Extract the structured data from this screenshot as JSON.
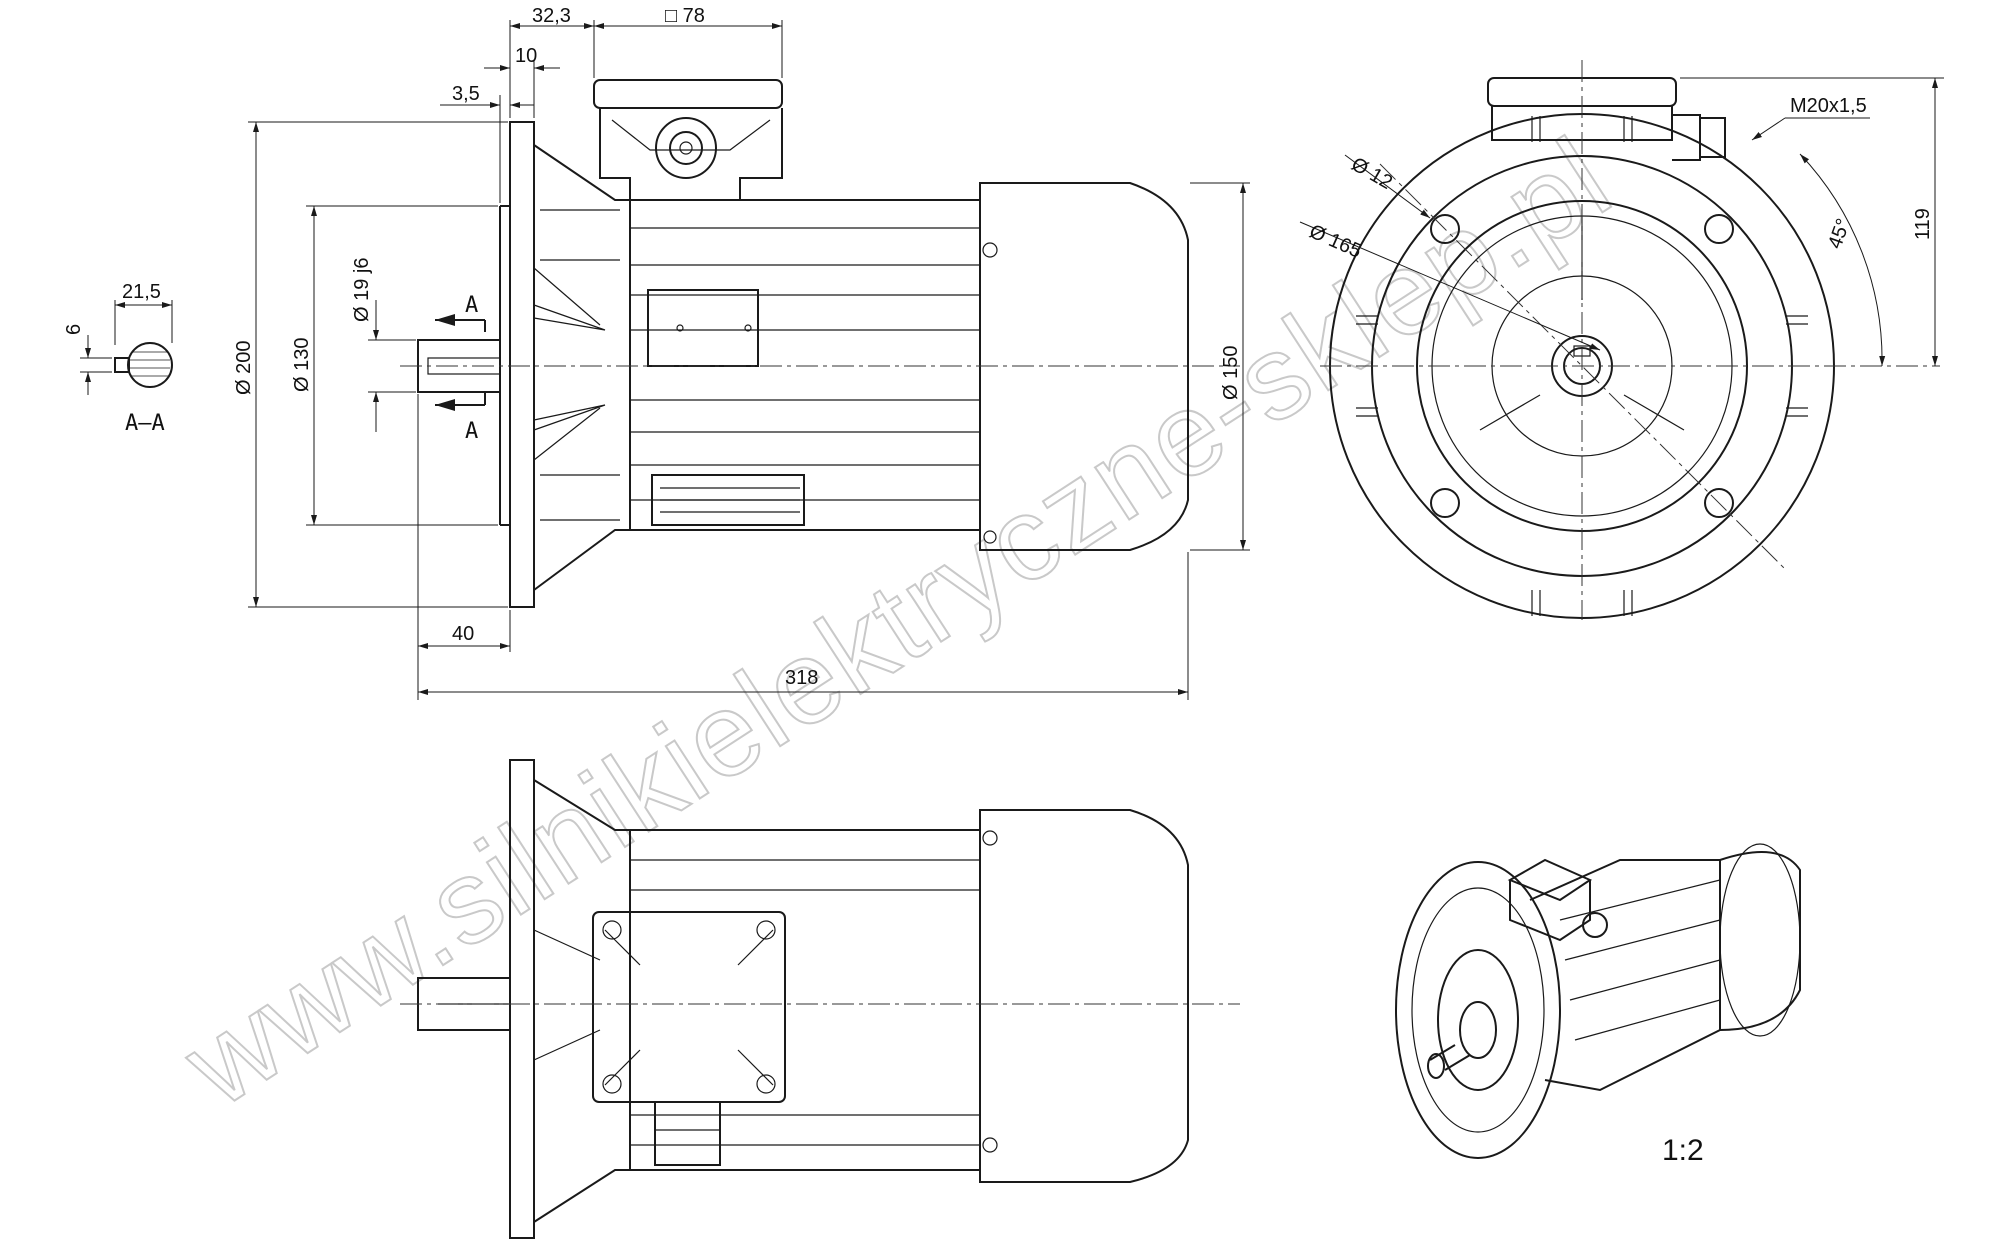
{
  "dimensions": {
    "d_32_3": "32,3",
    "d_square_78": "□ 78",
    "d_10": "10",
    "d_3_5": "3,5",
    "d_dia_200": "Ø 200",
    "d_dia_130": "Ø 130",
    "d_dia_19j6": "Ø 19 j6",
    "d_dia_150": "Ø 150",
    "d_40": "40",
    "d_318": "318",
    "d_21_5": "21,5",
    "d_6": "6",
    "d_dia_12": "Ø 12",
    "d_dia_165": "Ø 165",
    "d_m20": "M20x1,5",
    "d_45": "45°",
    "d_119": "119"
  },
  "labels": {
    "section_a_top": "A",
    "section_a_bottom": "A",
    "section_name": "A–A",
    "scale": "1:2"
  },
  "watermark": "www.silnikielektryczne-sklep.pl"
}
